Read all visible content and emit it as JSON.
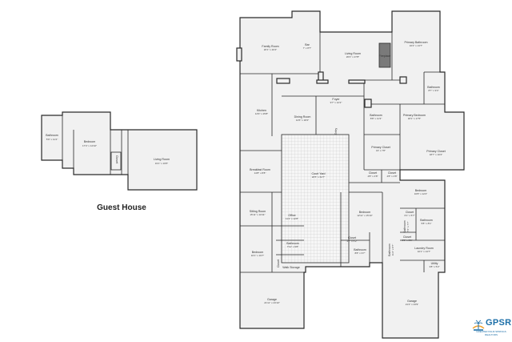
{
  "guest_house": {
    "label": "Guest House",
    "rooms": {
      "bathroom": {
        "name": "Bathroom",
        "dim": "5'9\" x 11'4\""
      },
      "bedroom": {
        "name": "Bedroom",
        "dim": "17'4\" x 14'10\""
      },
      "closet": {
        "name": "Closet"
      },
      "living_room": {
        "name": "Living Room",
        "dim": "19'1\" x 19'5\""
      }
    }
  },
  "main_house": {
    "rooms": {
      "family_room": {
        "name": "Family Room",
        "dim": "20'1\" x 20'4\""
      },
      "bar": {
        "name": "Bar",
        "dim": "7' x 8'7\""
      },
      "living_room": {
        "name": "Living Room",
        "dim": "26'4\" x 27'8\""
      },
      "fireplace": {
        "name": "Fireplace"
      },
      "primary_bathroom": {
        "name": "Primary Bathroom",
        "dim": "16'4\" x 13'7\""
      },
      "bathroom_a": {
        "name": "Bathroom",
        "dim": "8'7\" x 9'4\""
      },
      "kitchen": {
        "name": "Kitchen",
        "dim": "14'9\" x 25'8\""
      },
      "dining_room": {
        "name": "Dining Room",
        "dim": "14'6\" x 18'4\""
      },
      "foyer": {
        "name": "Foyer",
        "dim": "9'7\" x 12'2\""
      },
      "entry": {
        "name": "Entry"
      },
      "bathroom_b": {
        "name": "Bathroom",
        "dim": "8'8\" x 11'3\""
      },
      "primary_bedroom": {
        "name": "Primary Bedroom",
        "dim": "18'1\" x 17'5\""
      },
      "primary_closet_a": {
        "name": "Primary Closet",
        "dim": "16' x 7'8\""
      },
      "primary_closet_b": {
        "name": "Primary Closet",
        "dim": "18'7\" x 10'2\""
      },
      "breakfast_room": {
        "name": "Breakfast Room",
        "dim": "14'8\" x 8'8\""
      },
      "court_yard": {
        "name": "Court Yard",
        "dim": "26'5\" x 64'7\""
      },
      "closet_a": {
        "name": "Closet",
        "dim": "4'8\" x 4'8\""
      },
      "closet_b": {
        "name": "Closet",
        "dim": "4'8\" x 4'8\""
      },
      "bedroom_a": {
        "name": "Bedroom",
        "dim": "16'8\" x 12'2\""
      },
      "sitting_room": {
        "name": "Sitting Room",
        "dim": "15'11\" x 10'11\""
      },
      "office": {
        "name": "Office",
        "dim": "11'4\" x 12'8\""
      },
      "bedroom_b": {
        "name": "Bedroom",
        "dim": "16'1\" x 19'7\""
      },
      "closet_c": {
        "name": "Closet",
        "dim": "4'7\" x 5'2\""
      },
      "bathroom_c": {
        "name": "Bathroom",
        "dim": "7'11\" x 9'8\""
      },
      "bedroom_c": {
        "name": "Bedroom",
        "dim": "12'11\" x 15'10\""
      },
      "bathroom_d": {
        "name": "Bathroom",
        "dim": "8'8\" x 9'7\""
      },
      "closet_d": {
        "name": "Closet",
        "dim": "6'1\" x 5'7\""
      },
      "bathroom_e": {
        "name": "Bathroom",
        "dim": "5'8\" x 8'1\""
      },
      "closet_e": {
        "name": "Closet",
        "dim": "3'9\" x 5'1\""
      },
      "bathroom_f": {
        "name": "Bathroom",
        "dim": "7'4\" x 7'7\""
      },
      "laundry_room": {
        "name": "Laundry Room",
        "dim": "10'1\" x 13'7\""
      },
      "utility": {
        "name": "Utility",
        "dim": "3'8\" x 5'2\""
      },
      "bathroom_g": {
        "name": "Bathroom",
        "dim": "11'2\" x 8'7\""
      },
      "walk_storage": {
        "name": "Walk Storage"
      },
      "closet_f": {
        "name": "Closet"
      },
      "garage_a": {
        "name": "Garage",
        "dim": "21'11\" x 23'10\""
      },
      "garage_b": {
        "name": "Garage",
        "dim": "21'4\" x 23'9\""
      }
    }
  },
  "logo": {
    "text": "GPSR",
    "sub": "GREATER PALM SPRINGS REALTORS"
  }
}
